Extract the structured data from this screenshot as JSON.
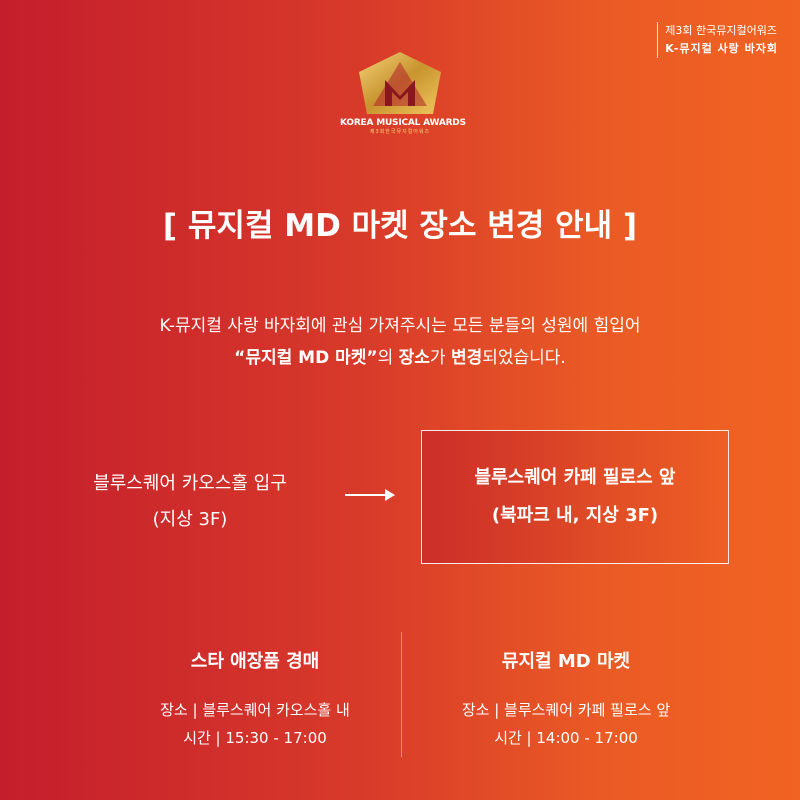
{
  "corner": {
    "line1": "제3회 한국뮤지컬어워즈",
    "line2": "K-뮤지컬 사랑 바자회"
  },
  "logo": {
    "text_en": "KOREA MUSICAL AWARDS",
    "text_ko": "제3회한국뮤지컬어워즈",
    "gold": "#d4a73a"
  },
  "title": "[ 뮤지컬 MD 마켓 장소 변경 안내 ]",
  "intro": {
    "line1": "K-뮤지컬 사랑 바자회에 관심 가져주시는 모든 분들의 성원에 힘입어",
    "line2_part1": "“뮤지컬 MD 마켓”",
    "line2_part2": "의 ",
    "line2_part3": "장소",
    "line2_part4": "가 ",
    "line2_part5": "변경",
    "line2_part6": "되었습니다."
  },
  "from": {
    "line1": "블루스퀘어 카오스홀 입구",
    "line2": "(지상 3F)"
  },
  "to": {
    "line1": "블루스퀘어 카페 필로스 앞",
    "line2": "(북파크 내, 지상 3F)"
  },
  "left": {
    "title": "스타 애장품 경매",
    "place": "장소 | 블루스퀘어 카오스홀 내",
    "time": "시간 | 15:30 - 17:00"
  },
  "right": {
    "title": "뮤지컬 MD 마켓",
    "place": "장소 | 블루스퀘어 카페 필로스 앞",
    "time": "시간 | 14:00 - 17:00"
  }
}
